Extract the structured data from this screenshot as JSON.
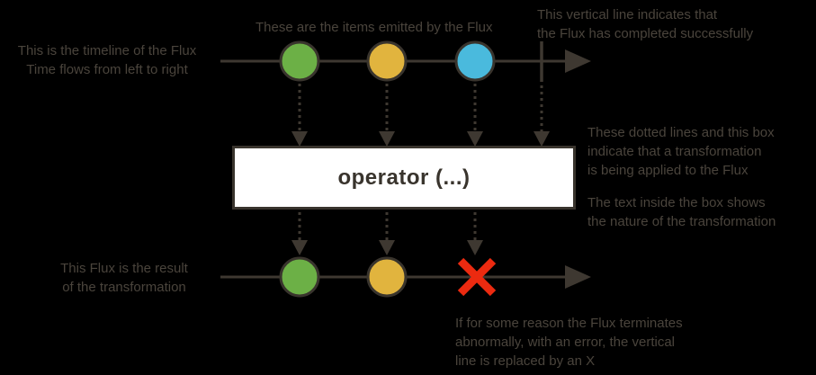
{
  "diagram": {
    "operator_label": "operator (...)",
    "annotations": {
      "timeline": "This is the timeline of the Flux\nTime flows from left to right",
      "items": "These are the items emitted by the Flux",
      "complete": "This vertical line indicates that\nthe Flux has completed successfully",
      "transformation": "These dotted lines and this box\nindicate that a transformation\nis being applied to the Flux",
      "box_text": "The text inside the box shows\nthe nature of the transformation",
      "result": "This Flux is the result\nof the transformation",
      "error": "If for some reason the Flux terminates\nabnormally, with an error, the vertical\nline is replaced by an X"
    }
  },
  "colors": {
    "background": "#000000",
    "annotation_text": "#4a443c",
    "stroke": "#3e3831",
    "node_border": "#39342d",
    "item_green": "#6cb046",
    "item_yellow": "#e1b43e",
    "item_blue": "#4abadd",
    "error_x": "#ec2a10",
    "operator_box_fill": "#ffffff",
    "operator_box_border": "#39342d",
    "operator_text": "#39342d"
  }
}
